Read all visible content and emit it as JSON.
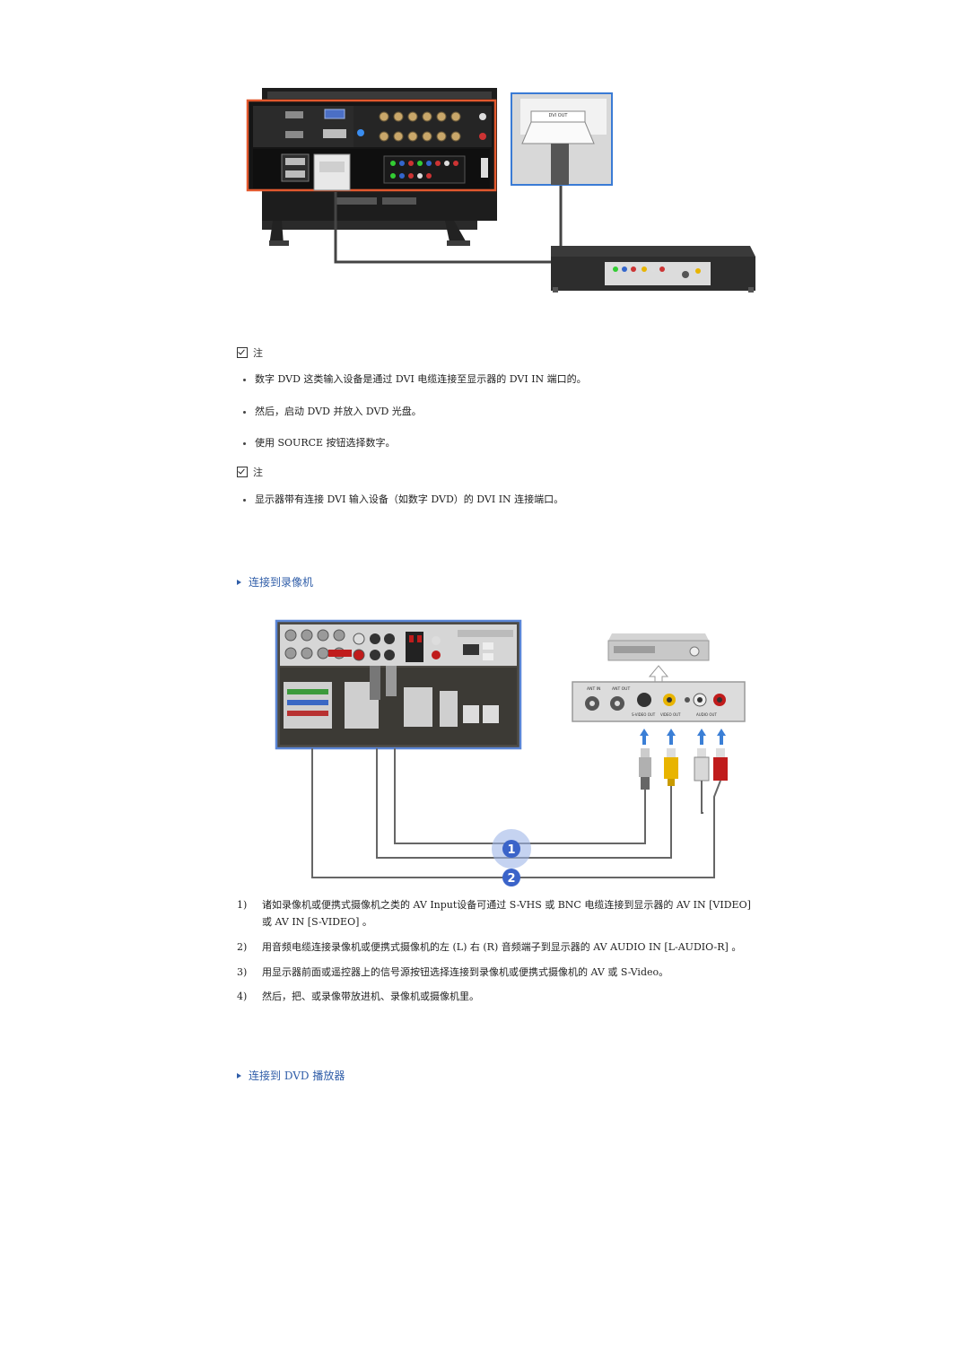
{
  "figure_dvi": {
    "labels": {
      "dvi_out": "DVI OUT"
    },
    "colors": {
      "monitor_highlight": "#e2582e",
      "dvd_highlight": "#3a7bd5"
    }
  },
  "note_label": "注",
  "dvd_bullets": [
    "数字 DVD 这类输入设备是通过 DVI 电缆连接至显示器的 DVI IN 端口的。",
    "然后，启动 DVD 并放入 DVD 光盘。",
    "使用 SOURCE 按钮选择数字。"
  ],
  "note2_bullets": [
    "显示器带有连接 DVI 输入设备（如数字 DVD）的 DVI IN 连接端口。"
  ],
  "section_vcr": {
    "title": "连接到录像机"
  },
  "figure_vcr": {
    "port_labels": {
      "ant_in": "ANT IN",
      "ant_out": "ANT OUT",
      "s_video_out": "S-VIDEO OUT",
      "video_out": "VIDEO OUT",
      "audio_out": "AUDIO OUT"
    },
    "badges": [
      "1",
      "2"
    ],
    "colors": {
      "monitor_highlight": "#5b86d6",
      "yellow": "#e8b400",
      "red": "#c01c1c",
      "white": "#d8d8d8"
    }
  },
  "vcr_steps": [
    {
      "num": "1)",
      "line1": "诸如录像机或便携式摄像机之类的 AV Input设备可通过 S-VHS 或 BNC 电缆连接到显示器的 AV IN [VIDEO]",
      "line2": "或 AV IN [S-VIDEO] 。"
    },
    {
      "num": "2)",
      "line1": "用音频电缆连接录像机或便携式摄像机的左 (L) 右 (R) 音频端子到显示器的 AV AUDIO IN [L-AUDIO-R] 。"
    },
    {
      "num": "3)",
      "line1": "用显示器前面或遥控器上的信号源按钮选择连接到录像机或便携式摄像机的 AV 或 S-Video。"
    },
    {
      "num": "4)",
      "line1": "然后，把、或录像带放进机、录像机或摄像机里。"
    }
  ],
  "section_dvd": {
    "title": "连接到 DVD 播放器"
  }
}
